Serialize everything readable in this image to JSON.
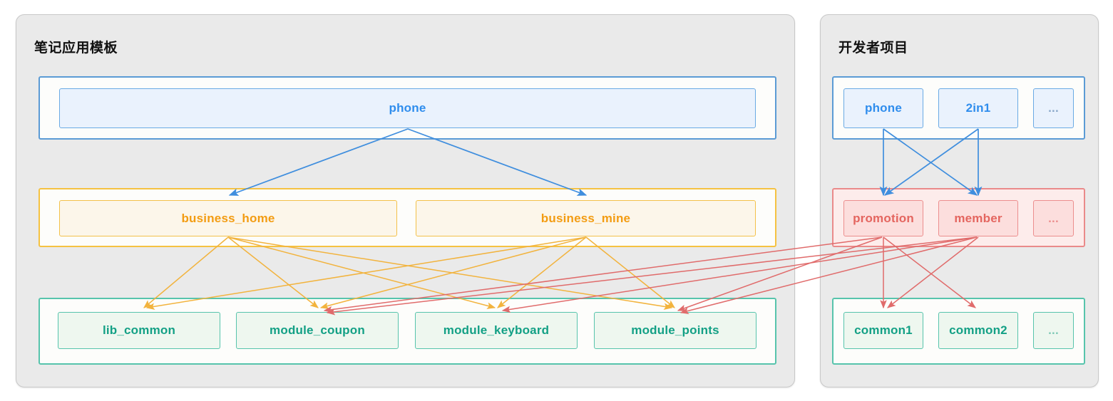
{
  "panels": [
    {
      "id": "template",
      "title": "笔记应用模板"
    },
    {
      "id": "developer",
      "title": "开发者项目"
    }
  ],
  "colors": {
    "blue": "#3f8ede",
    "yellow": "#f2b33d",
    "green": "#13a085",
    "red": "#e4655f",
    "panel_bg": "#eaeaea",
    "panel_border": "#c8c8c8"
  },
  "template_panel": {
    "layers": [
      {
        "name": "app-layer",
        "color": "blue",
        "nodes": [
          {
            "label": "phone",
            "kind": "blue"
          }
        ]
      },
      {
        "name": "business-layer",
        "color": "yellow",
        "nodes": [
          {
            "label": "business_home",
            "kind": "yellow"
          },
          {
            "label": "business_mine",
            "kind": "yellow"
          }
        ]
      },
      {
        "name": "module-layer",
        "color": "green",
        "nodes": [
          {
            "label": "lib_common",
            "kind": "green"
          },
          {
            "label": "module_coupon",
            "kind": "green"
          },
          {
            "label": "module_keyboard",
            "kind": "green"
          },
          {
            "label": "module_points",
            "kind": "green"
          }
        ]
      }
    ]
  },
  "developer_panel": {
    "layers": [
      {
        "name": "app-layer",
        "color": "blue",
        "nodes": [
          {
            "label": "phone",
            "kind": "blue"
          },
          {
            "label": "2in1",
            "kind": "blue"
          },
          {
            "label": "...",
            "kind": "blue",
            "ghost": true
          }
        ]
      },
      {
        "name": "business-layer",
        "color": "red",
        "nodes": [
          {
            "label": "promotion",
            "kind": "red"
          },
          {
            "label": "member",
            "kind": "red"
          },
          {
            "label": "...",
            "kind": "red",
            "ghost": true
          }
        ]
      },
      {
        "name": "module-layer",
        "color": "green",
        "nodes": [
          {
            "label": "common1",
            "kind": "green"
          },
          {
            "label": "common2",
            "kind": "green"
          },
          {
            "label": "...",
            "kind": "green",
            "ghost": true
          }
        ]
      }
    ]
  },
  "edges": {
    "blue_template": [
      {
        "from": "phone",
        "to": "business_home"
      },
      {
        "from": "phone",
        "to": "business_mine"
      }
    ],
    "yellow_template": [
      {
        "from": "business_home",
        "to": "lib_common"
      },
      {
        "from": "business_home",
        "to": "module_coupon"
      },
      {
        "from": "business_home",
        "to": "module_keyboard"
      },
      {
        "from": "business_home",
        "to": "module_points"
      },
      {
        "from": "business_mine",
        "to": "lib_common"
      },
      {
        "from": "business_mine",
        "to": "module_coupon"
      },
      {
        "from": "business_mine",
        "to": "module_keyboard"
      },
      {
        "from": "business_mine",
        "to": "module_points"
      }
    ],
    "blue_developer": [
      {
        "from": "phone",
        "to": "promotion"
      },
      {
        "from": "phone",
        "to": "member"
      },
      {
        "from": "2in1",
        "to": "promotion"
      },
      {
        "from": "2in1",
        "to": "member"
      }
    ],
    "red_developer": [
      {
        "from": "promotion",
        "to": "common1"
      },
      {
        "from": "promotion",
        "to": "common2"
      },
      {
        "from": "member",
        "to": "common1"
      },
      {
        "from": "promotion",
        "to": "module_coupon"
      },
      {
        "from": "promotion",
        "to": "module_points"
      },
      {
        "from": "member",
        "to": "module_keyboard"
      },
      {
        "from": "member",
        "to": "module_points"
      }
    ]
  }
}
